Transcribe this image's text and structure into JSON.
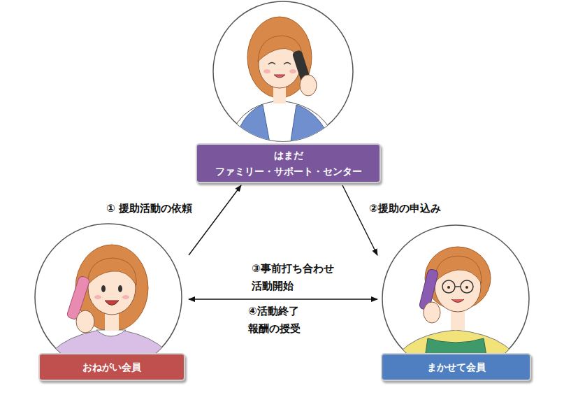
{
  "diagram": {
    "nodes": [
      {
        "text": [
          "はまだ ファミリー・サポート・センター"
        ]
      },
      {
        "text": [
          "おねがい会員"
        ]
      },
      {
        "text": [
          "まかせて会員"
        ]
      }
    ],
    "edges": [
      {
        "from": 1,
        "to": 0,
        "label": "① 援助活動の依頼",
        "arrow": "to"
      },
      {
        "from": 0,
        "to": 2,
        "label": "②援助の申込み",
        "arrow": "to"
      },
      {
        "from": 1,
        "to": 2,
        "label": "③事前打ち合わせ 活動開始",
        "arrow": "both"
      }
    ],
    "labels": [
      "④活動終了 報酬の授受"
    ]
  }
}
